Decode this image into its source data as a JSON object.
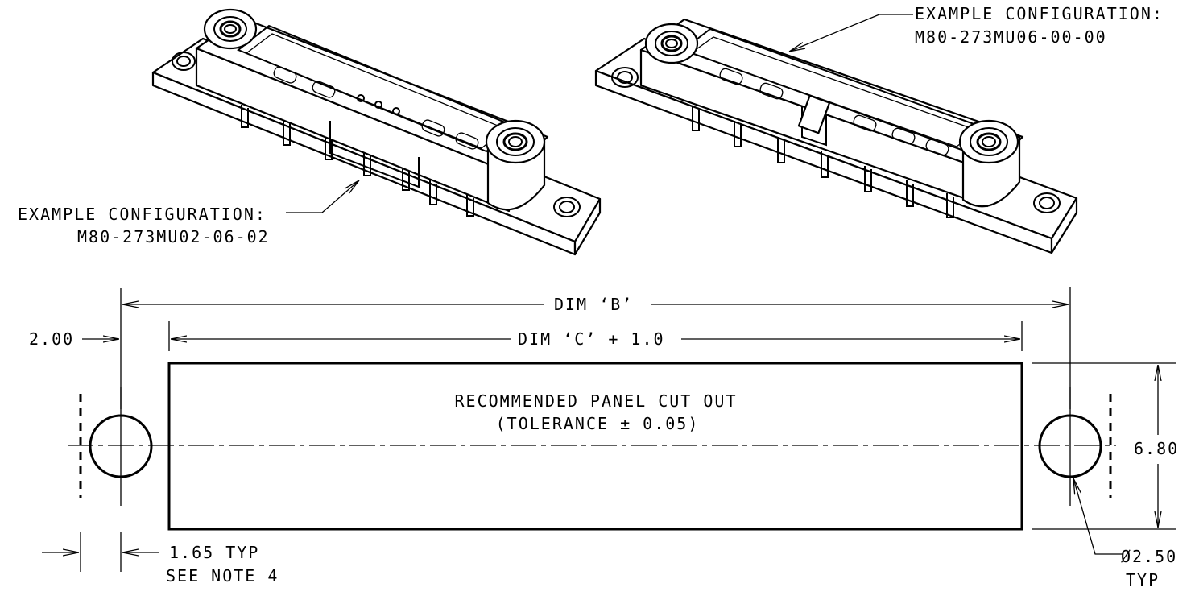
{
  "views": {
    "left_connector": {
      "label_line1": "EXAMPLE CONFIGURATION:",
      "label_line2": "M80-273MU02-06-02"
    },
    "right_connector": {
      "label_line1": "EXAMPLE CONFIGURATION:",
      "label_line2": "M80-273MU06-00-00"
    }
  },
  "cutout": {
    "title": "RECOMMENDED PANEL CUT OUT",
    "tolerance": "(TOLERANCE ± 0.05)"
  },
  "dimensions": {
    "dim_b": "DIM ‘B’",
    "dim_c": "DIM ‘C’ + 1.0",
    "offset": "2.00",
    "height": "6.80",
    "slot_width": "1.65 TYP",
    "see_note": "SEE NOTE 4",
    "hole_dia": "Ø2.50",
    "hole_typ": "TYP"
  }
}
